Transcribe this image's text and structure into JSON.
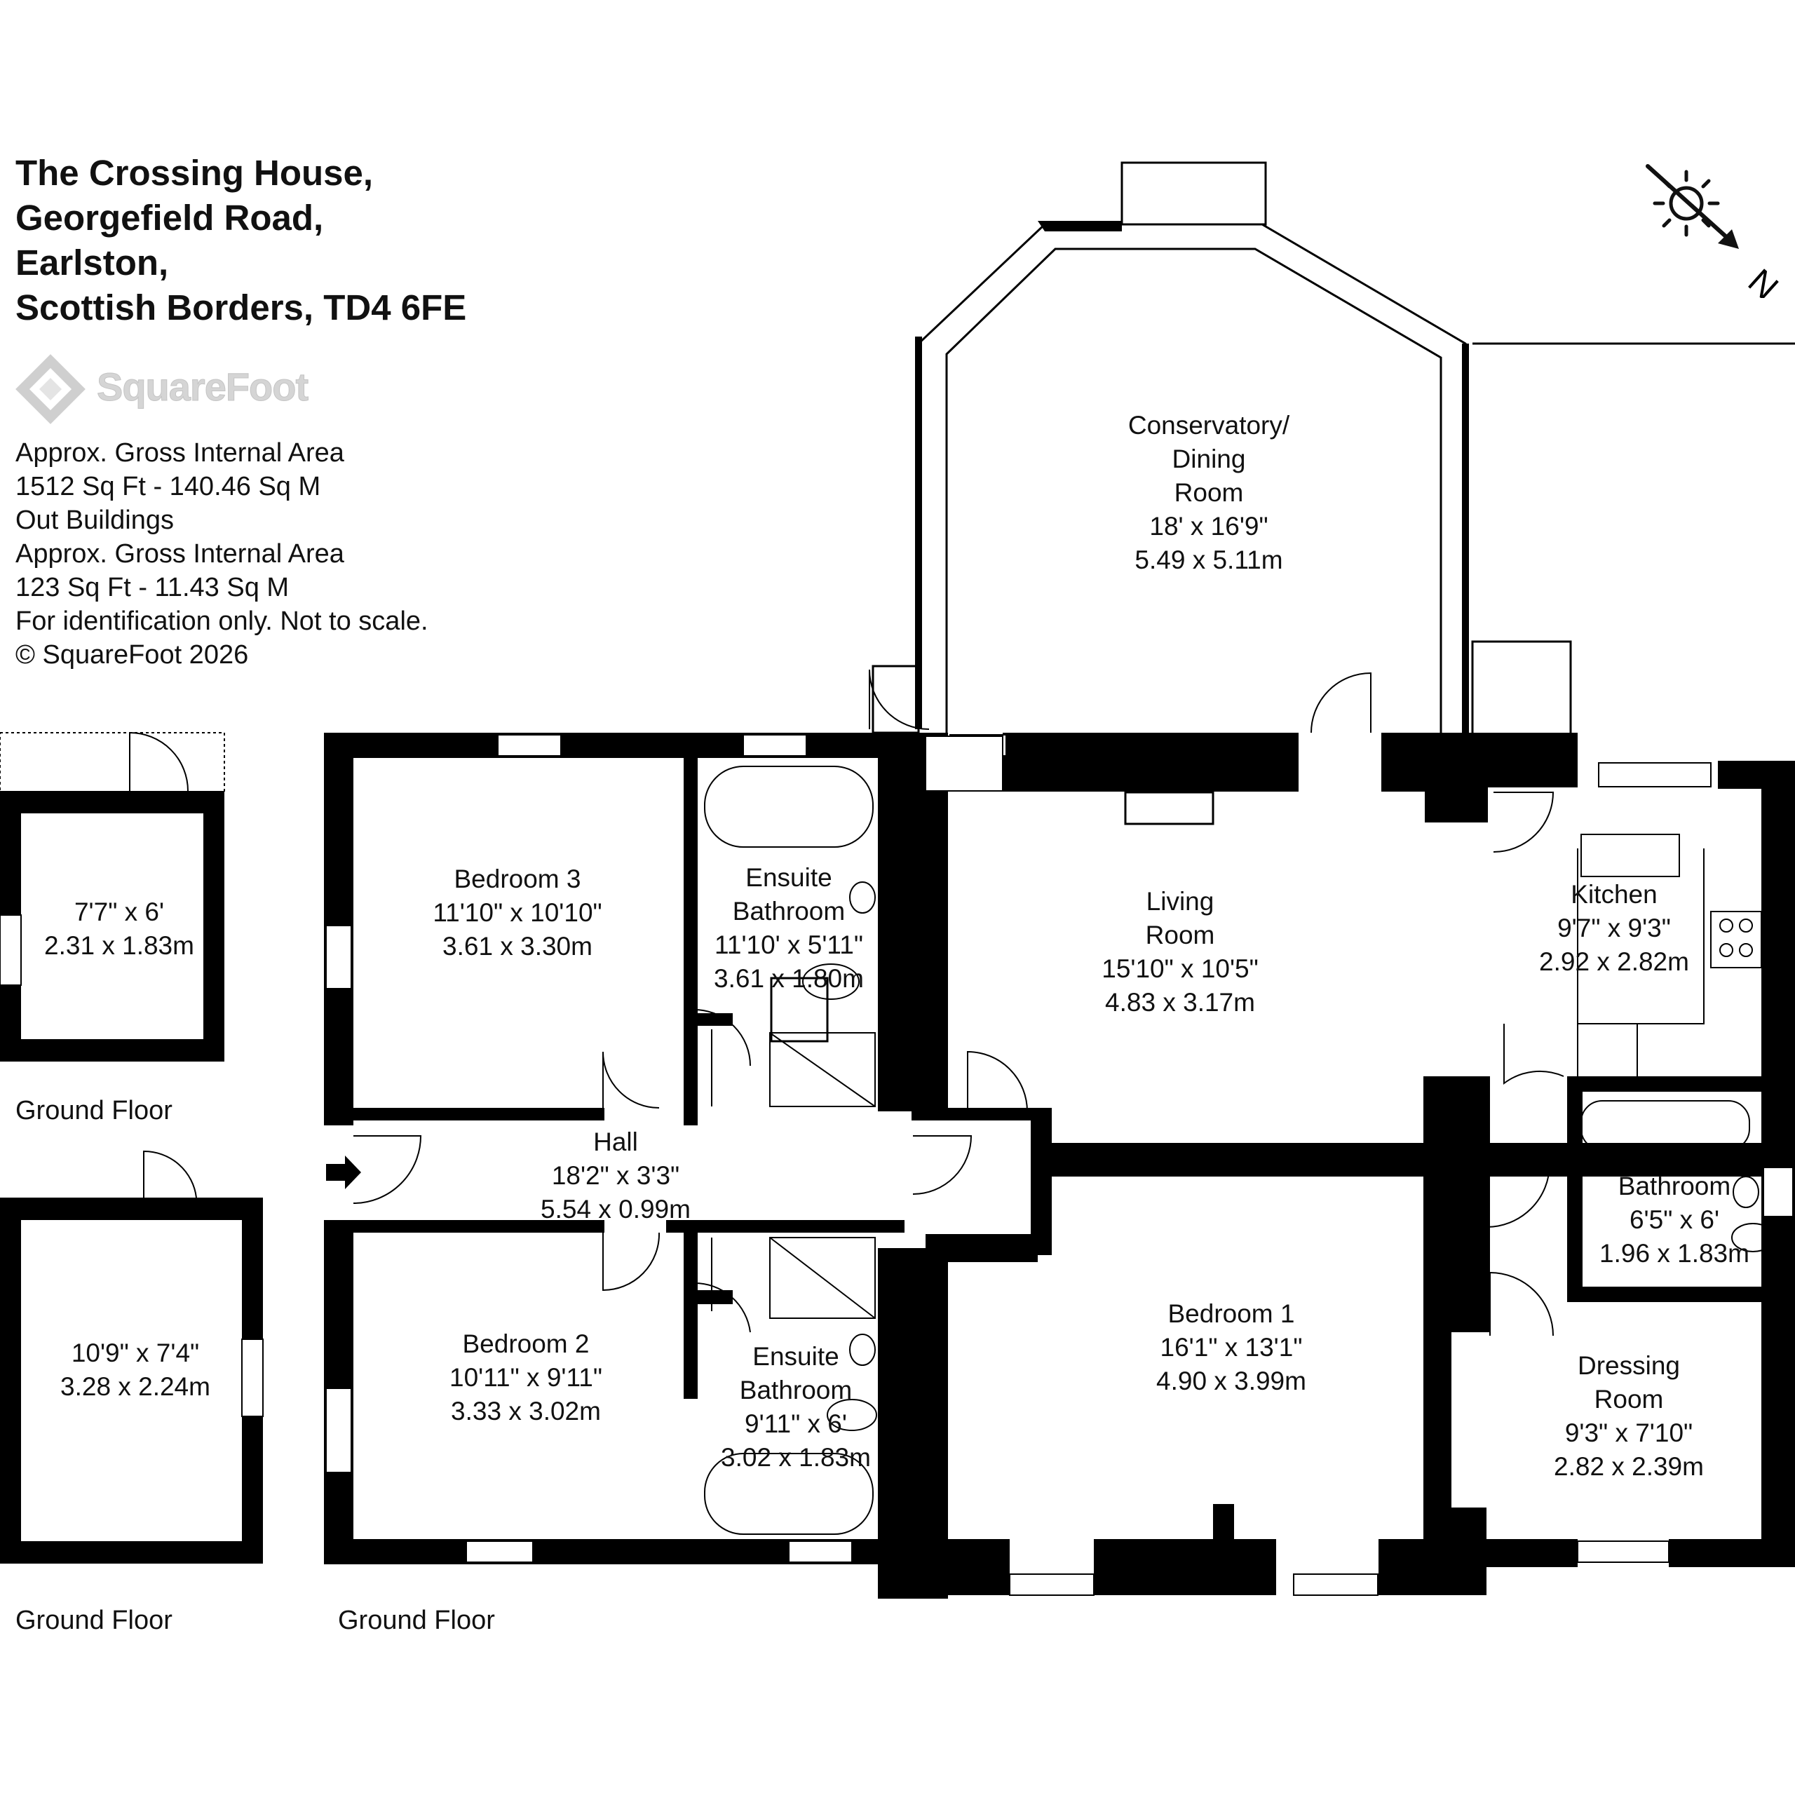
{
  "header": {
    "address": [
      "The Crossing House,",
      "Georgefield Road,",
      "Earlston,",
      "Scottish Borders, TD4 6FE"
    ]
  },
  "logo": {
    "text": "SquareFoot",
    "icon": "squarefoot-logo-icon"
  },
  "info": {
    "lines": [
      "Approx. Gross Internal Area",
      "1512 Sq Ft  -  140.46 Sq M",
      "Out Buildings",
      "Approx. Gross Internal Area",
      "123 Sq Ft  -  11.43 Sq M",
      "For identification only. Not to scale.",
      "© SquareFoot 2026"
    ]
  },
  "compass": {
    "icon": "sun-north-icon",
    "label": "N"
  },
  "floor_labels": [
    "Ground Floor",
    "Ground Floor",
    "Ground Floor"
  ],
  "rooms": {
    "conservatory": [
      "Conservatory/",
      "Dining",
      "Room",
      "18' x 16'9\"",
      "5.49 x 5.11m"
    ],
    "bedroom3": [
      "Bedroom 3",
      "11'10\" x 10'10\"",
      "3.61 x 3.30m"
    ],
    "ensuite1": [
      "Ensuite",
      "Bathroom",
      "11'10' x 5'11\"",
      "3.61 x 1.80m"
    ],
    "living": [
      "Living",
      "Room",
      "15'10\" x 10'5\"",
      "4.83 x 3.17m"
    ],
    "kitchen": [
      "Kitchen",
      "9'7\" x 9'3\"",
      "2.92 x 2.82m"
    ],
    "hall": [
      "Hall",
      "18'2\" x 3'3\"",
      "5.54 x 0.99m"
    ],
    "bathroom": [
      "Bathroom",
      "6'5\" x 6'",
      "1.96 x 1.83m"
    ],
    "bedroom2": [
      "Bedroom 2",
      "10'11\" x 9'11\"",
      "3.33 x 3.02m"
    ],
    "ensuite2": [
      "Ensuite",
      "Bathroom",
      "9'11\" x 6'",
      "3.02 x 1.83m"
    ],
    "bedroom1": [
      "Bedroom 1",
      "16'1\" x 13'1\"",
      "4.90 x 3.99m"
    ],
    "dressing": [
      "Dressing",
      "Room",
      "9'3\" x 7'10\"",
      "2.82 x 2.39m"
    ],
    "outbuilding1": [
      "7'7\" x 6'",
      "2.31 x 1.83m"
    ],
    "outbuilding2": [
      "10'9\" x 7'4\"",
      "3.28 x 2.24m"
    ]
  }
}
